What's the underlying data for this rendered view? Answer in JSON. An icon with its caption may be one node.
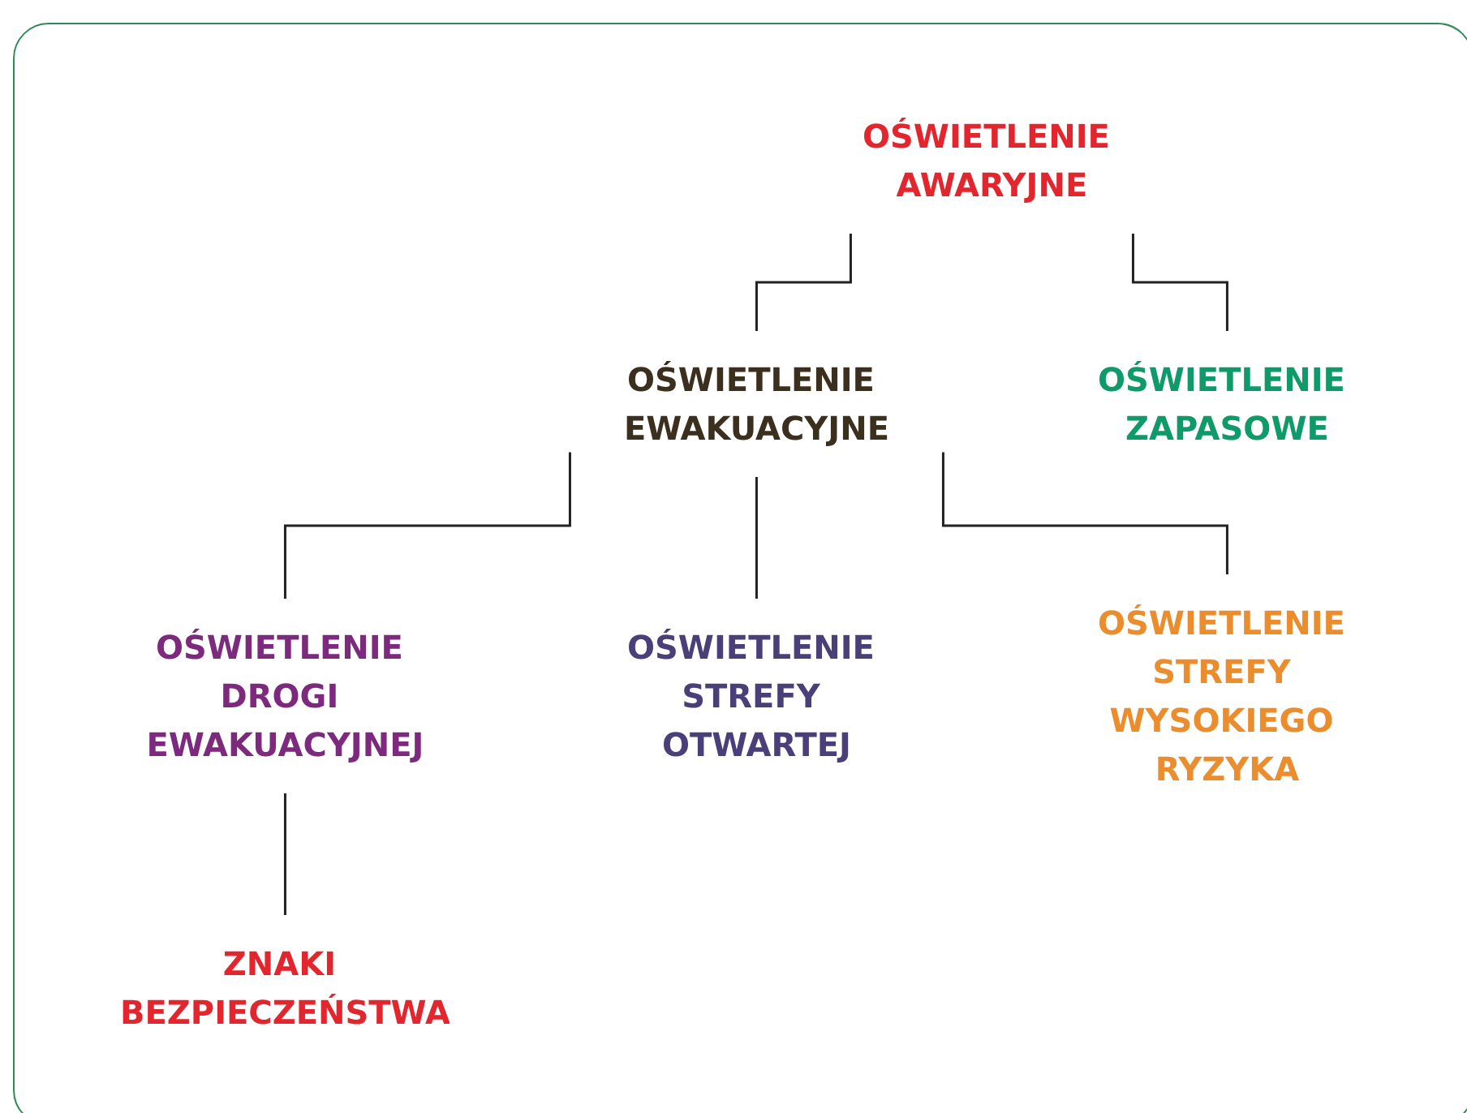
{
  "diagram": {
    "nodes": [
      {
        "text": [
          "OŚWIETLENIE AWARYJNE"
        ]
      },
      {
        "text": [
          "OŚWIETLENIE EWAKUACYJNE"
        ]
      },
      {
        "text": [
          "OŚWIETLENIE ZAPASOWE"
        ]
      },
      {
        "text": [
          "OŚWIETLENIE DROGI EWAKUACYJNEJ"
        ]
      },
      {
        "text": [
          "OŚWIETLENIE STREFY OTWARTEJ"
        ]
      },
      {
        "text": [
          "OŚWIETLENIE STREFY WYSOKIEGO RYZYKA"
        ]
      },
      {
        "text": [
          "ZNAKI BEZPIECZEŃSTWA"
        ]
      }
    ],
    "edges": [
      {
        "from": 0,
        "to": 1,
        "arrow": "none"
      },
      {
        "from": 0,
        "to": 2,
        "arrow": "none"
      },
      {
        "from": 1,
        "to": 3,
        "arrow": "none"
      },
      {
        "from": 1,
        "to": 4,
        "arrow": "none"
      },
      {
        "from": 1,
        "to": 5,
        "arrow": "none"
      },
      {
        "from": 3,
        "to": 6,
        "arrow": "none"
      }
    ]
  }
}
